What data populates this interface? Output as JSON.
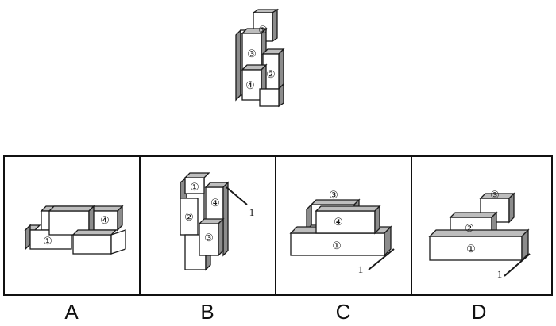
{
  "question": {
    "numbers": [
      "①",
      "②",
      "③",
      "④"
    ]
  },
  "options": [
    {
      "letter": "A",
      "numbers": [
        "①",
        "④"
      ]
    },
    {
      "letter": "B",
      "numbers": [
        "①",
        "②",
        "③",
        "④"
      ],
      "mark": "1"
    },
    {
      "letter": "C",
      "numbers": [
        "①",
        "③",
        "④"
      ],
      "mark": "1"
    },
    {
      "letter": "D",
      "numbers": [
        "①",
        "②",
        "③"
      ],
      "mark": "1"
    }
  ],
  "colors": {
    "line": "#1a1a1a",
    "face": "#ffffff",
    "side": "#8c8c8c",
    "top": "#bdbdbd"
  }
}
